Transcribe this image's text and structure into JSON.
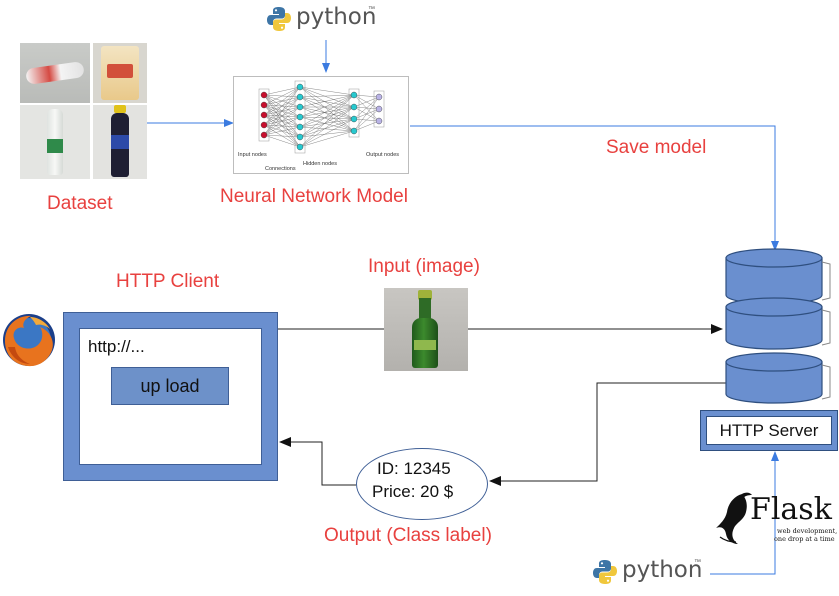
{
  "labels": {
    "dataset": "Dataset",
    "nn_model": "Neural Network Model",
    "save_model": "Save model",
    "http_client": "HTTP Client",
    "input_image": "Input (image)",
    "output_class": "Output (Class label)"
  },
  "client": {
    "url_text": "http://...",
    "upload_label": "up load"
  },
  "output": {
    "id_text": "ID: 12345",
    "price_text": "Price: 20 $"
  },
  "server": {
    "label": "HTTP Server"
  },
  "python_logo_text": "python",
  "python_tm": "™",
  "flask": {
    "name": "Flask",
    "tagline_1": "web development,",
    "tagline_2": "one drop at a time"
  },
  "nn_diagram": {
    "input_nodes": "Input nodes",
    "connections": "Connections",
    "hidden_nodes": "Hidden nodes",
    "output_nodes": "Output nodes"
  },
  "colors": {
    "accent_blue": "#6d91c9",
    "frame_blue": "#6a8fcf",
    "arrow_blue": "#3b7be0",
    "label_red": "#e8413f",
    "server_border": "#2f4f7f"
  },
  "icons": [
    "python-logo-icon",
    "firefox-icon",
    "flask-logo-icon",
    "database-disk-icon"
  ]
}
